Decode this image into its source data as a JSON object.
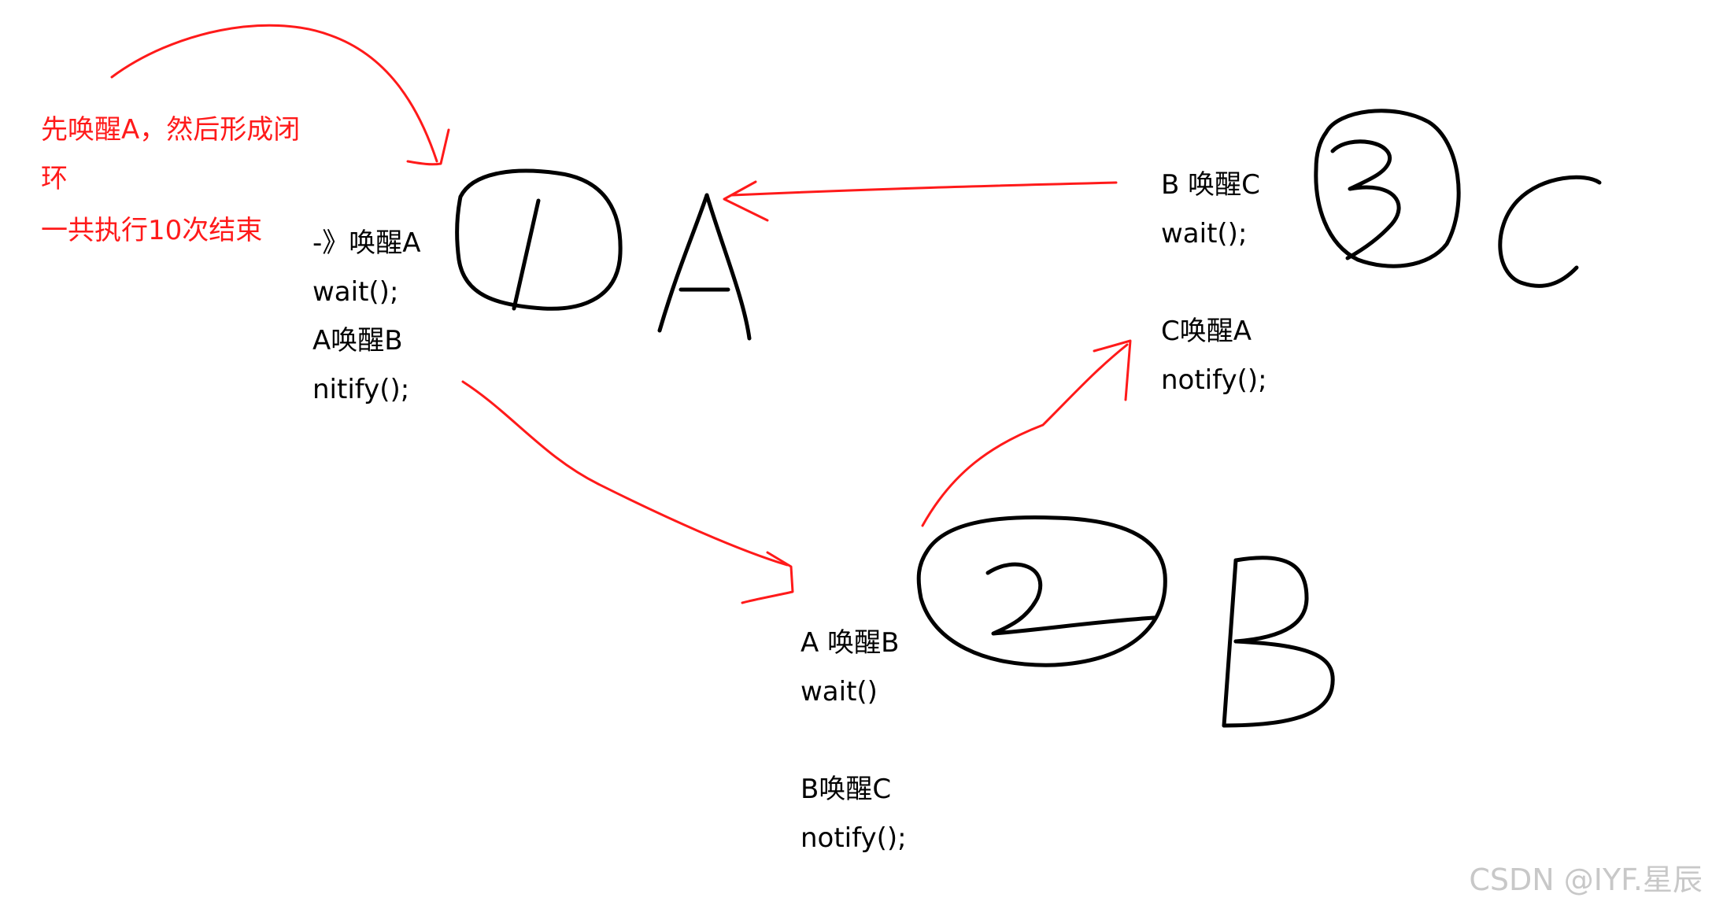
{
  "colors": {
    "ink": "#000000",
    "annotation": "#ff1a1a",
    "watermark": "#c8c8c8",
    "background": "#ffffff"
  },
  "annotation": {
    "line1": "先唤醒A，然后形成闭",
    "line2": "环",
    "line3": "一共执行10次结束"
  },
  "node_a": {
    "number": "1",
    "letter": "A",
    "notes": [
      "-》唤醒A",
      "wait();",
      "A唤醒B",
      "nitify();"
    ]
  },
  "node_b": {
    "number": "2",
    "letter": "B",
    "notes": [
      "A 唤醒B",
      "wait()",
      "B唤醒C",
      "notify();"
    ]
  },
  "node_c": {
    "number": "3",
    "letter": "C",
    "notes_top": [
      "B 唤醒C",
      "wait();"
    ],
    "notes_bottom": [
      "C唤醒A",
      "notify();"
    ]
  },
  "watermark": "CSDN @IYF.星辰"
}
